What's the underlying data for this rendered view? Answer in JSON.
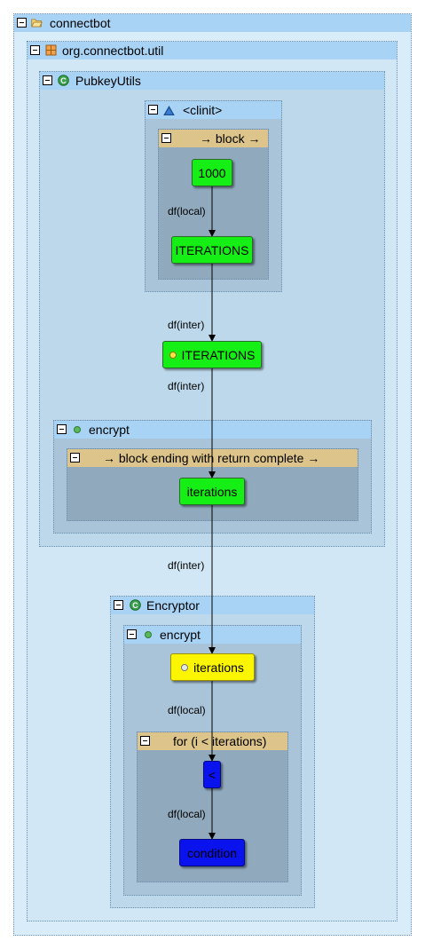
{
  "containers": {
    "connectbot": "connectbot",
    "package": "org.connectbot.util",
    "pubkeyutils": "PubkeyUtils",
    "clinit": "<clinit>",
    "block": "→ block →",
    "encrypt1": "encrypt",
    "block_return": "→ block ending with return complete →",
    "encryptor": "Encryptor",
    "encrypt2": "encrypt",
    "for_loop": "for (i < iterations)"
  },
  "nodes": {
    "n1000": "1000",
    "iterations_local": "ITERATIONS",
    "iterations_field": "ITERATIONS",
    "iterations_param": "iterations",
    "iterations_enc": "iterations",
    "less_than": "<",
    "condition": "condition"
  },
  "edges": {
    "e1": "df(local)",
    "e2": "df(inter)",
    "e3": "df(inter)",
    "e4": "df(inter)",
    "e5": "df(local)",
    "e6": "df(local)"
  },
  "colors": {
    "container_bg_outer": "#d8ecf9",
    "container_bg_mid": "#bcd8ea",
    "container_bg_inner": "#a9c4d8",
    "block_bg": "#90a9bd",
    "header_blue": "#a9d3f5",
    "header_block": "#dcc48a",
    "node_green": "#15ef15",
    "node_yellow": "#fbf500",
    "node_blue": "#0a12ee"
  },
  "icons": {
    "connectbot": "folder-icon",
    "package": "package-icon",
    "class": "class-icon",
    "clinit": "static-method-icon",
    "method": "method-icon"
  }
}
